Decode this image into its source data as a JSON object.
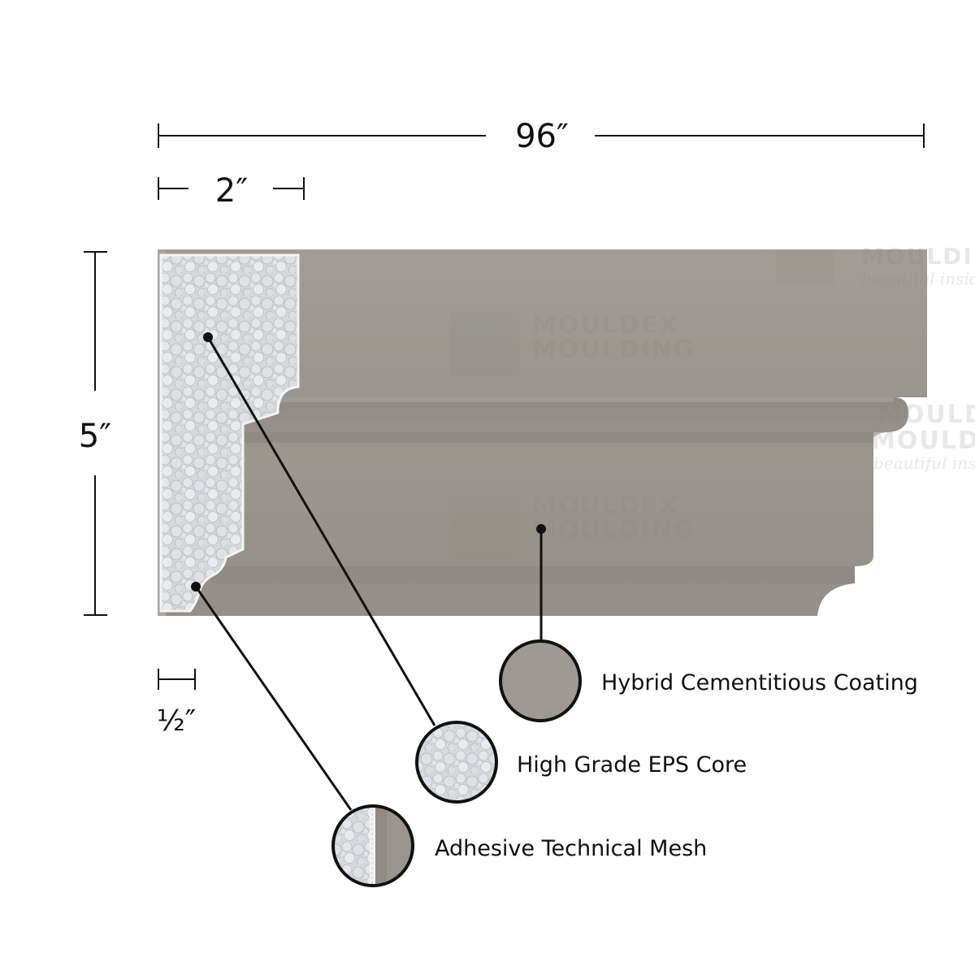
{
  "dimensions": {
    "length": "96″",
    "depth": "2″",
    "height": "5″",
    "mesh_thickness": "½″"
  },
  "callouts": [
    {
      "label": "Hybrid Cementitious Coating",
      "swatch": "coating"
    },
    {
      "label": "High Grade EPS Core",
      "swatch": "foam"
    },
    {
      "label": "Adhesive Technical Mesh",
      "swatch": "mesh"
    }
  ],
  "watermark": {
    "brand": "MOULDEX",
    "product": "MOULDING",
    "tagline": "beautiful inside"
  },
  "colors": {
    "coating": "#9e9992",
    "coating_dark": "#8d8882",
    "foam": "#d8dade",
    "mesh_line": "#f2f2f2",
    "line": "#111111"
  }
}
